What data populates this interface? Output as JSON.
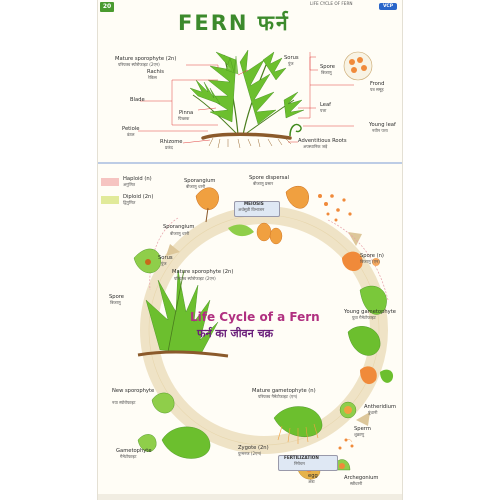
{
  "header": {
    "page_number": "20",
    "series_text": "LIFE CYCLE OF FERN",
    "logo_text": "VCP",
    "title": "FERN फर्न"
  },
  "anatomy": {
    "mature_sporophyte": "Mature sporophyte (2n)",
    "mature_sporophyte_hi": "परिपक्व स्पोरोफाइट (2एन)",
    "rachis": "Rachis",
    "rachis_hi": "रेकिस",
    "blade": "Blade",
    "pinna": "Pinna",
    "pinna_hi": "पिच्छक",
    "petiole": "Petiole",
    "petiole_hi": "डंठल",
    "rhizome": "Rhizome",
    "rhizome_hi": "प्रकंद",
    "sorus": "Sorus",
    "sorus_hi": "पुंज",
    "spore": "Spore",
    "spore_hi": "बिजाणु",
    "frond": "Frond",
    "frond_hi": "पत्र समूह",
    "leaf": "Leaf",
    "leaf_hi": "पत्ता",
    "young_leaf": "Young leaf",
    "young_leaf_hi": "नवीन पत्ता",
    "adventitious_roots": "Adventitious Roots",
    "adventitious_roots_hi": "अपस्थानिक जड़े"
  },
  "legend": {
    "haploid": "Haploid (n)",
    "haploid_hi": "अगुणित",
    "diploid": "Diploid (2n)",
    "diploid_hi": "द्विगुणित",
    "haploid_color": "#f6c4c1",
    "diploid_color": "#e1ea9a"
  },
  "cycle": {
    "title": "Life Cycle of a Fern",
    "title_hi": "फर्न का जीवन चक्र",
    "sporangium_top": "Sporangium",
    "sporangium_top_hi": "बीजाणु धानी",
    "spore_dispersal": "Spore dispersal",
    "spore_dispersal_hi": "बीजाणु प्रसार",
    "meiosis": "MEIOSIS",
    "meiosis_hi": "अर्धसूत्री विभाजन",
    "sporangium_left": "Sporangium",
    "sporangium_left_hi": "बीजाणु धानी",
    "sorus": "Sorus",
    "sorus_hi": "पुंज",
    "mature_sporophyte": "Mature sporophyte (2n)",
    "mature_sporophyte_hi": "परिपक्व स्पोरोफाइट (2एन)",
    "spore_left": "Spore",
    "spore_left_hi": "बिजाणु",
    "spore_n": "Spore (n)",
    "spore_n_hi": "बिजाणु (एन)",
    "young_gametophyte": "Young gametophyte",
    "young_gametophyte_hi": "युवा गैमेटोफाइट",
    "new_sporophyte": "New sporophyte",
    "new_sporophyte_hi": "नया स्पोरोफाइट",
    "mature_gametophyte": "Mature gametophyte (n)",
    "mature_gametophyte_hi": "परिपक्व गैमेटोफाइट (एन)",
    "antheridium": "Antheridium",
    "antheridium_hi": "पुंधानी",
    "sperm": "Sperm",
    "sperm_hi": "शुक्राणु",
    "gametophyte": "Gametophyte",
    "gametophyte_hi": "गैमेटोफाइट",
    "zygote": "Zygote (2n)",
    "zygote_hi": "युग्मनज (2एन)",
    "fertilization": "FERTILIZATION",
    "fertilization_hi": "निषेचन",
    "egg": "egg",
    "egg_hi": "अंडा",
    "archegonium": "Archegonium",
    "archegonium_hi": "स्त्रीधानी"
  },
  "colors": {
    "title_green": "#3c8a2c",
    "cycle_title": "#b03080",
    "cycle_subtitle": "#6a1e7a",
    "ring": "#efe3c6",
    "leaf_green": "#6cbf2e",
    "spore_orange": "#f08a3a"
  }
}
